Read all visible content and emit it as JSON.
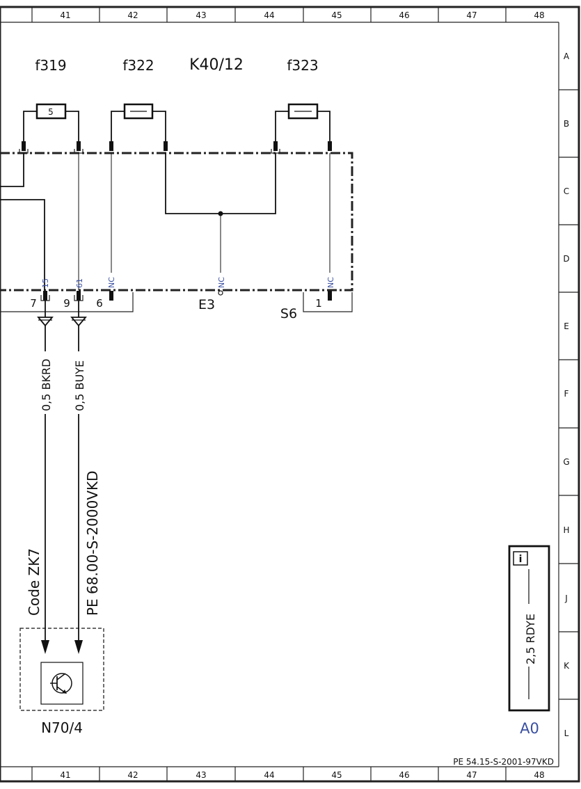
{
  "columns": [
    "41",
    "42",
    "43",
    "44",
    "45",
    "46",
    "47",
    "48"
  ],
  "rows": [
    "A",
    "B",
    "C",
    "D",
    "E",
    "F",
    "G",
    "H",
    "J",
    "K",
    "L"
  ],
  "fuses": [
    {
      "label": "f319",
      "value": "5"
    },
    {
      "label": "f322",
      "value": ""
    },
    {
      "label": "f323",
      "value": ""
    }
  ],
  "relay": "K40/12",
  "pins": {
    "p15": "15",
    "p61": "61",
    "nc": "NC",
    "n7": "7",
    "n9": "9",
    "n6": "6",
    "n1": "1"
  },
  "connectors": {
    "e3": "E3",
    "s6": "S6"
  },
  "wires": {
    "w1": "0,5 BKRD",
    "w2": "0,5 BUYE"
  },
  "code": "Code ZK7",
  "ref_link": "PE 68.00-S-2000VKD",
  "component": "N70/4",
  "legend": {
    "wire": "2,5 RDYE",
    "label": "A0",
    "info_icon": "i"
  },
  "footer_ref": "PE 54.15-S-2001-97VKD",
  "colors": {
    "pin_blue": "#3a4fa0"
  }
}
